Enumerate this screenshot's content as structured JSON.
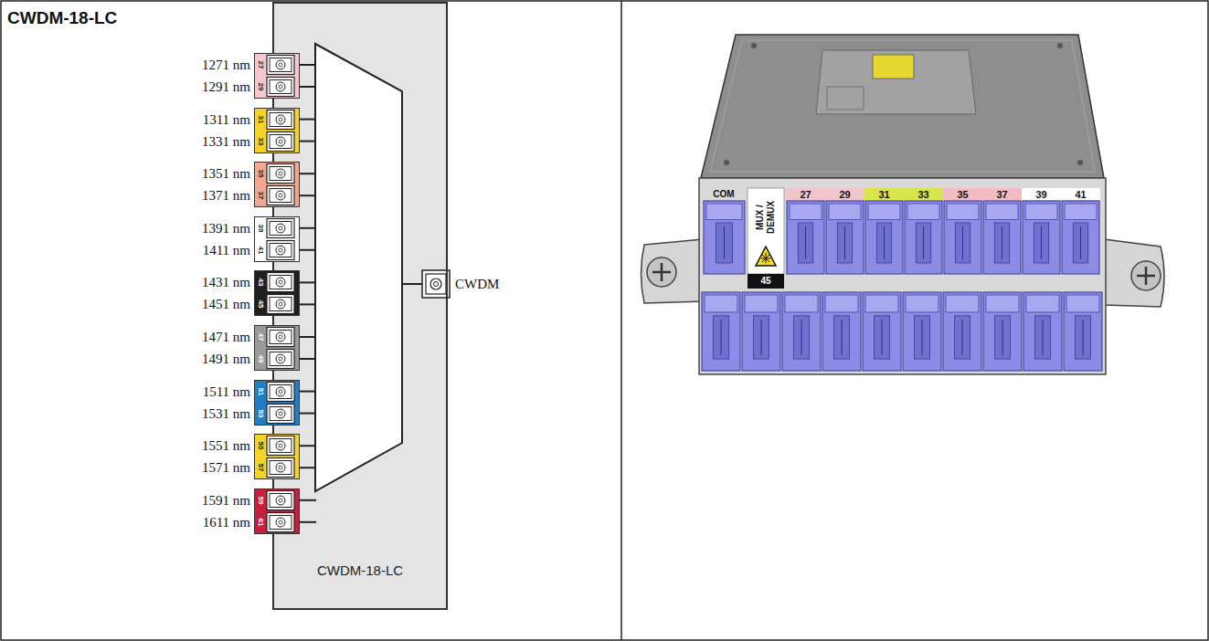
{
  "diagram": {
    "title": "CWDM-18-LC",
    "nodes": [
      {
        "text": [
          "CWDM-18-LC"
        ]
      },
      {
        "text": [
          "27",
          "29"
        ]
      },
      {
        "text": [
          "31",
          "33"
        ]
      },
      {
        "text": [
          "35",
          "37"
        ]
      },
      {
        "text": [
          "39",
          "41"
        ]
      },
      {
        "text": [
          "43",
          "45"
        ]
      },
      {
        "text": [
          "47",
          "49"
        ]
      },
      {
        "text": [
          "51",
          "53"
        ]
      },
      {
        "text": [
          "55",
          "57"
        ]
      },
      {
        "text": [
          "59",
          "61"
        ]
      }
    ],
    "labels": [
      "1271 nm",
      "1291 nm",
      "1311 nm",
      "1331 nm",
      "1351 nm",
      "1371 nm",
      "1391 nm",
      "1411 nm",
      "1431 nm",
      "1451 nm",
      "1471 nm",
      "1491 nm",
      "1511 nm",
      "1531 nm",
      "1551 nm",
      "1571 nm",
      "1591 nm",
      "1611 nm",
      "CWDM",
      "COM",
      "MUX / DEMUX",
      "45",
      "27",
      "29",
      "31",
      "33",
      "35",
      "37",
      "39",
      "41"
    ]
  }
}
